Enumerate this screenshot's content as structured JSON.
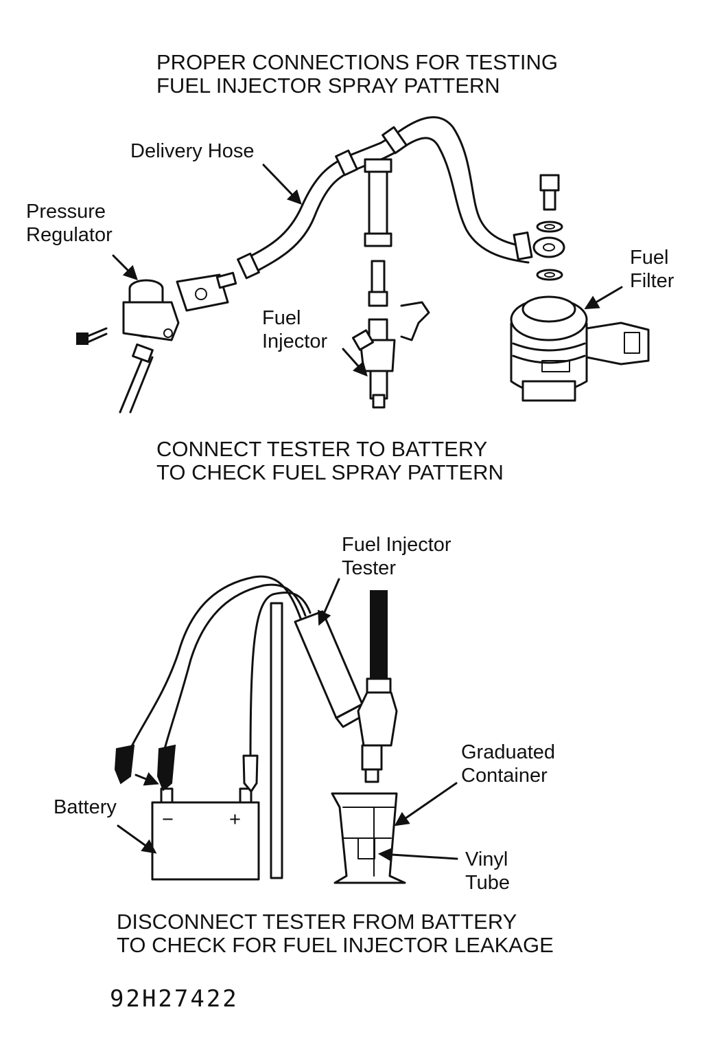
{
  "captions": {
    "top_line1": "PROPER CONNECTIONS FOR TESTING",
    "top_line2": "FUEL INJECTOR SPRAY PATTERN",
    "mid_line1": "CONNECT TESTER TO BATTERY",
    "mid_line2": "TO CHECK FUEL SPRAY PATTERN",
    "bottom_line1": "DISCONNECT TESTER FROM BATTERY",
    "bottom_line2": "TO CHECK FOR FUEL INJECTOR LEAKAGE"
  },
  "labels": {
    "delivery_hose": "Delivery Hose",
    "pressure_regulator_1": "Pressure",
    "pressure_regulator_2": "Regulator",
    "fuel_filter_1": "Fuel",
    "fuel_filter_2": "Filter",
    "fuel_injector_1": "Fuel",
    "fuel_injector_2": "Injector",
    "tester_1": "Fuel Injector",
    "tester_2": "Tester",
    "graduated_1": "Graduated",
    "graduated_2": "Container",
    "battery": "Battery",
    "vinyl_1": "Vinyl",
    "vinyl_2": "Tube",
    "battery_minus": "−",
    "battery_plus": "+"
  },
  "figure_code": "92H27422"
}
